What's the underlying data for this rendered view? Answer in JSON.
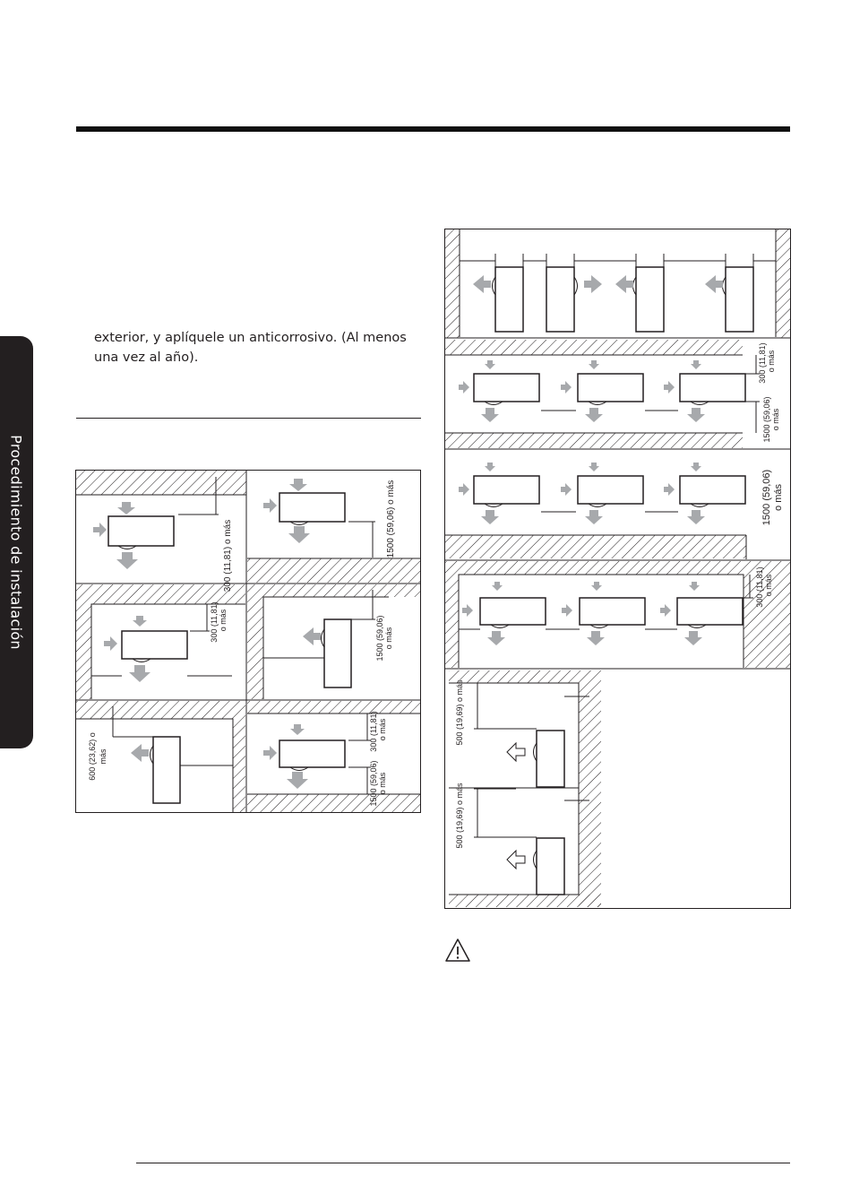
{
  "page": {
    "side_tab": "Procedimiento de instalación",
    "body_text": "exterior, y aplíquele un anticorrosivo. (Al menos una vez al año)."
  },
  "left_figure": {
    "label_300_full": "300 (11,81) o más",
    "label_1500_full": "1500 (59,06) o más",
    "label_300": "300 (11,81)",
    "label_1500": "1500 (59,06)",
    "label_600": "600 (23,62) o",
    "o_mas": "o más",
    "mas": "más"
  },
  "right_figure": {
    "label_300": "300 (11,81)",
    "label_1500": "1500 (59,06)",
    "label_1500_spaced": "1500 (59,06)",
    "label_300_b": "300 (11,81)",
    "label_500": "500 (19,69) o más",
    "o_mas": "o más"
  },
  "caution_icon": "warning-triangle-icon",
  "colors": {
    "ink": "#231f20",
    "arrow_gray": "#a7a9ac",
    "tab_bg": "#231f20"
  }
}
